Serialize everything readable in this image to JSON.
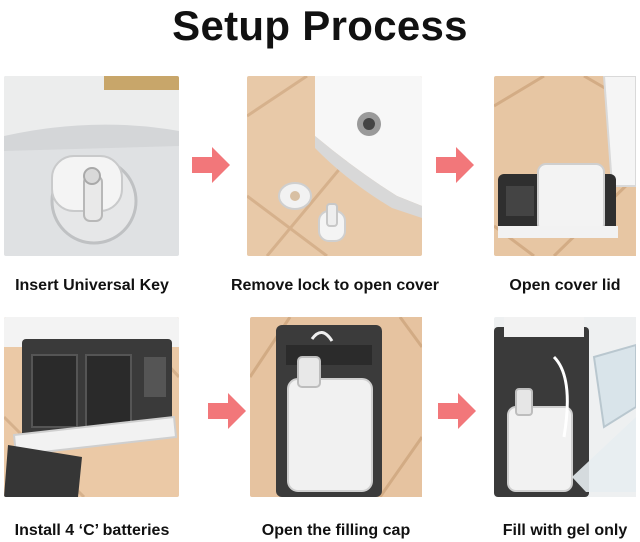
{
  "title": "Setup Process",
  "accent_color": "#f2777a",
  "steps": [
    {
      "label": "Insert Universal Key"
    },
    {
      "label": "Remove lock to open cover"
    },
    {
      "label": "Open cover lid"
    },
    {
      "label": "Install 4 ‘C’ batteries"
    },
    {
      "label": "Open the filling cap"
    },
    {
      "label": "Fill with gel only"
    }
  ]
}
